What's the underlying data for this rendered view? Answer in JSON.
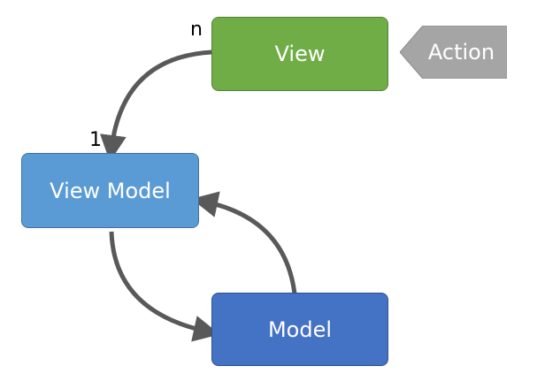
{
  "nodes": {
    "view": {
      "label": "View",
      "color": "#70ad47"
    },
    "view_model": {
      "label": "View Model",
      "color": "#5b9bd5"
    },
    "model": {
      "label": "Model",
      "color": "#4472c4"
    }
  },
  "action": {
    "label": "Action",
    "color": "#a5a5a5"
  },
  "multiplicity": {
    "view_side": "n",
    "view_model_side": "1"
  },
  "edges": [
    {
      "from": "View",
      "to": "View Model"
    },
    {
      "from": "View Model",
      "to": "Model"
    },
    {
      "from": "Model",
      "to": "View Model"
    },
    {
      "from": "Action",
      "to": "View"
    }
  ],
  "arrow_color": "#595959"
}
